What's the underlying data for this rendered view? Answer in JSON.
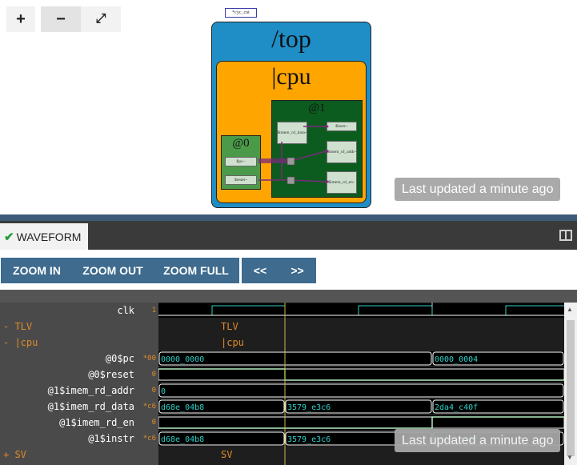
{
  "zoom_controls": {
    "zoom_in": "+",
    "zoom_out": "−",
    "fit": "⤢"
  },
  "diagram": {
    "cyc_label": "*cyc_cnt",
    "top_label": "/top",
    "cpu_label": "|cpu",
    "stage0_label": "@0",
    "stage1_label": "@1",
    "signals": {
      "imem_rd_data": "$imem_rd_data~",
      "instr": "$instr~",
      "pc": "$pc~",
      "reset": "$reset~",
      "imem_rd_addr": "$imem_rd_addr~",
      "imem_rd_en": "$imem_rd_en~"
    }
  },
  "toast": "Last updated a minute ago",
  "tab": {
    "label": "WAVEFORM",
    "check_icon": "check-icon"
  },
  "toolbar": {
    "zoom_in": "ZOOM IN",
    "zoom_out": "ZOOM OUT",
    "zoom_full": "ZOOM FULL",
    "prev": "<<",
    "next": ">>"
  },
  "waveform": {
    "rows": [
      {
        "type": "signal",
        "name": "clk",
        "value": "1"
      },
      {
        "type": "scope",
        "marker": "-",
        "name": "TLV",
        "wave_label": "TLV"
      },
      {
        "type": "scope",
        "marker": "-",
        "name": "|cpu",
        "wave_label": "|cpu"
      },
      {
        "type": "signal",
        "name": "@0$pc",
        "value": "*00",
        "segments": [
          "0000_0000",
          "0000_0004"
        ]
      },
      {
        "type": "signal",
        "name": "@0$reset",
        "value": "0"
      },
      {
        "type": "signal",
        "name": "@1$imem_rd_addr",
        "value": "0",
        "segments": [
          "0"
        ]
      },
      {
        "type": "signal",
        "name": "@1$imem_rd_data",
        "value": "*c6",
        "segments": [
          "d68e_04b8",
          "3579_e3c6",
          "2da4_c40f"
        ]
      },
      {
        "type": "signal",
        "name": "@1$imem_rd_en",
        "value": "0"
      },
      {
        "type": "signal",
        "name": "@1$instr",
        "value": "*c6",
        "segments": [
          "d68e_04b8",
          "3579_e3c6",
          "2da4_c40f"
        ]
      },
      {
        "type": "scope",
        "marker": "+",
        "name": "SV",
        "wave_label": "SV"
      }
    ],
    "colors": {
      "signal": "#2fd0c8",
      "bit_high": "#22cc44",
      "scope": "#e08a2a",
      "cursor": "#d4b84a"
    }
  }
}
